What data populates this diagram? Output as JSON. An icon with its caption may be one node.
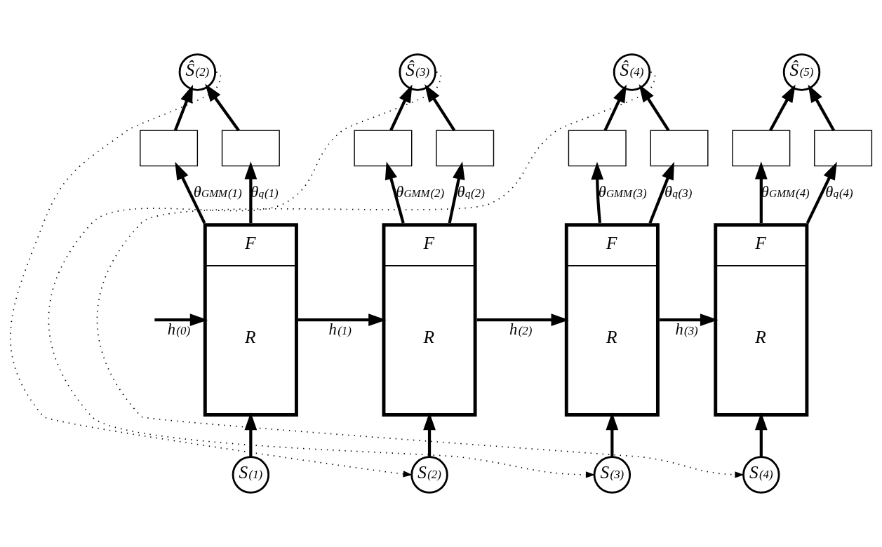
{
  "diagram": {
    "nodes": [
      {
        "text": [
          "Ŝ$^{(2)}$"
        ]
      },
      {
        "text": [],
        "shape": "box"
      },
      {
        "text": [],
        "shape": "box"
      },
      {
        "text": [
          "F",
          "R"
        ]
      },
      {
        "text": [
          "S$^{(1)}$"
        ]
      },
      {
        "text": [
          "Ŝ$^{(3)}$"
        ]
      },
      {
        "text": [],
        "shape": "box"
      },
      {
        "text": [],
        "shape": "box"
      },
      {
        "text": [
          "F",
          "R"
        ]
      },
      {
        "text": [
          "S$^{(2)}$"
        ]
      },
      {
        "text": [
          "Ŝ$^{(4)}$"
        ]
      },
      {
        "text": [],
        "shape": "box"
      },
      {
        "text": [],
        "shape": "box"
      },
      {
        "text": [
          "F",
          "R"
        ]
      },
      {
        "text": [
          "S$^{(3)}$"
        ]
      },
      {
        "text": [
          "Ŝ$^{(5)}$"
        ]
      },
      {
        "text": [],
        "shape": "box"
      },
      {
        "text": [],
        "shape": "box"
      },
      {
        "text": [
          "F",
          "R"
        ]
      },
      {
        "text": [
          "S$^{(4)}$"
        ]
      }
    ],
    "edges": [
      {
        "from": null,
        "to": 3,
        "arrow": "to",
        "label": "h$^{(0)}$"
      },
      {
        "from": 4,
        "to": 3,
        "arrow": "to"
      },
      {
        "from": 3,
        "to": 1,
        "arrow": "to",
        "label": "θ$_{GMM}$$^{(1)}$"
      },
      {
        "from": 3,
        "to": 2,
        "arrow": "to",
        "label": "θ$_{q}$$^{(1)}$"
      },
      {
        "from": 1,
        "to": 0,
        "arrow": "to"
      },
      {
        "from": 2,
        "to": 0,
        "arrow": "to"
      },
      {
        "from": 3,
        "to": 8,
        "arrow": "to",
        "label": "h$^{(1)}$"
      },
      {
        "from": 0,
        "to": 9,
        "arrow": "to",
        "style": "dashed"
      },
      {
        "from": 9,
        "to": 8,
        "arrow": "to"
      },
      {
        "from": 8,
        "to": 6,
        "arrow": "to",
        "label": "θ$_{GMM}$$^{(2)}$"
      },
      {
        "from": 8,
        "to": 7,
        "arrow": "to",
        "label": "θ$_{q}$$^{(2)}$"
      },
      {
        "from": 6,
        "to": 5,
        "arrow": "to"
      },
      {
        "from": 7,
        "to": 5,
        "arrow": "to"
      },
      {
        "from": 8,
        "to": 13,
        "arrow": "to",
        "label": "h$^{(2)}$"
      },
      {
        "from": 5,
        "to": 14,
        "arrow": "to",
        "style": "dashed"
      },
      {
        "from": 14,
        "to": 13,
        "arrow": "to"
      },
      {
        "from": 13,
        "to": 11,
        "arrow": "to",
        "label": "θ$_{GMM}$$^{(3)}$"
      },
      {
        "from": 13,
        "to": 12,
        "arrow": "to",
        "label": "θ$_{q}$$^{(3)}$"
      },
      {
        "from": 11,
        "to": 10,
        "arrow": "to"
      },
      {
        "from": 12,
        "to": 10,
        "arrow": "to"
      },
      {
        "from": 13,
        "to": 18,
        "arrow": "to",
        "label": "h$^{(3)}$"
      },
      {
        "from": 10,
        "to": 19,
        "arrow": "to",
        "style": "dashed"
      },
      {
        "from": 19,
        "to": 18,
        "arrow": "to"
      },
      {
        "from": 18,
        "to": 16,
        "arrow": "to",
        "label": "θ$_{GMM}$$^{(4)}$"
      },
      {
        "from": 18,
        "to": 17,
        "arrow": "to",
        "label": "θ$_{q}$$^{(4)}$"
      },
      {
        "from": 16,
        "to": 15,
        "arrow": "to"
      },
      {
        "from": 17,
        "to": 15,
        "arrow": "to"
      }
    ]
  }
}
